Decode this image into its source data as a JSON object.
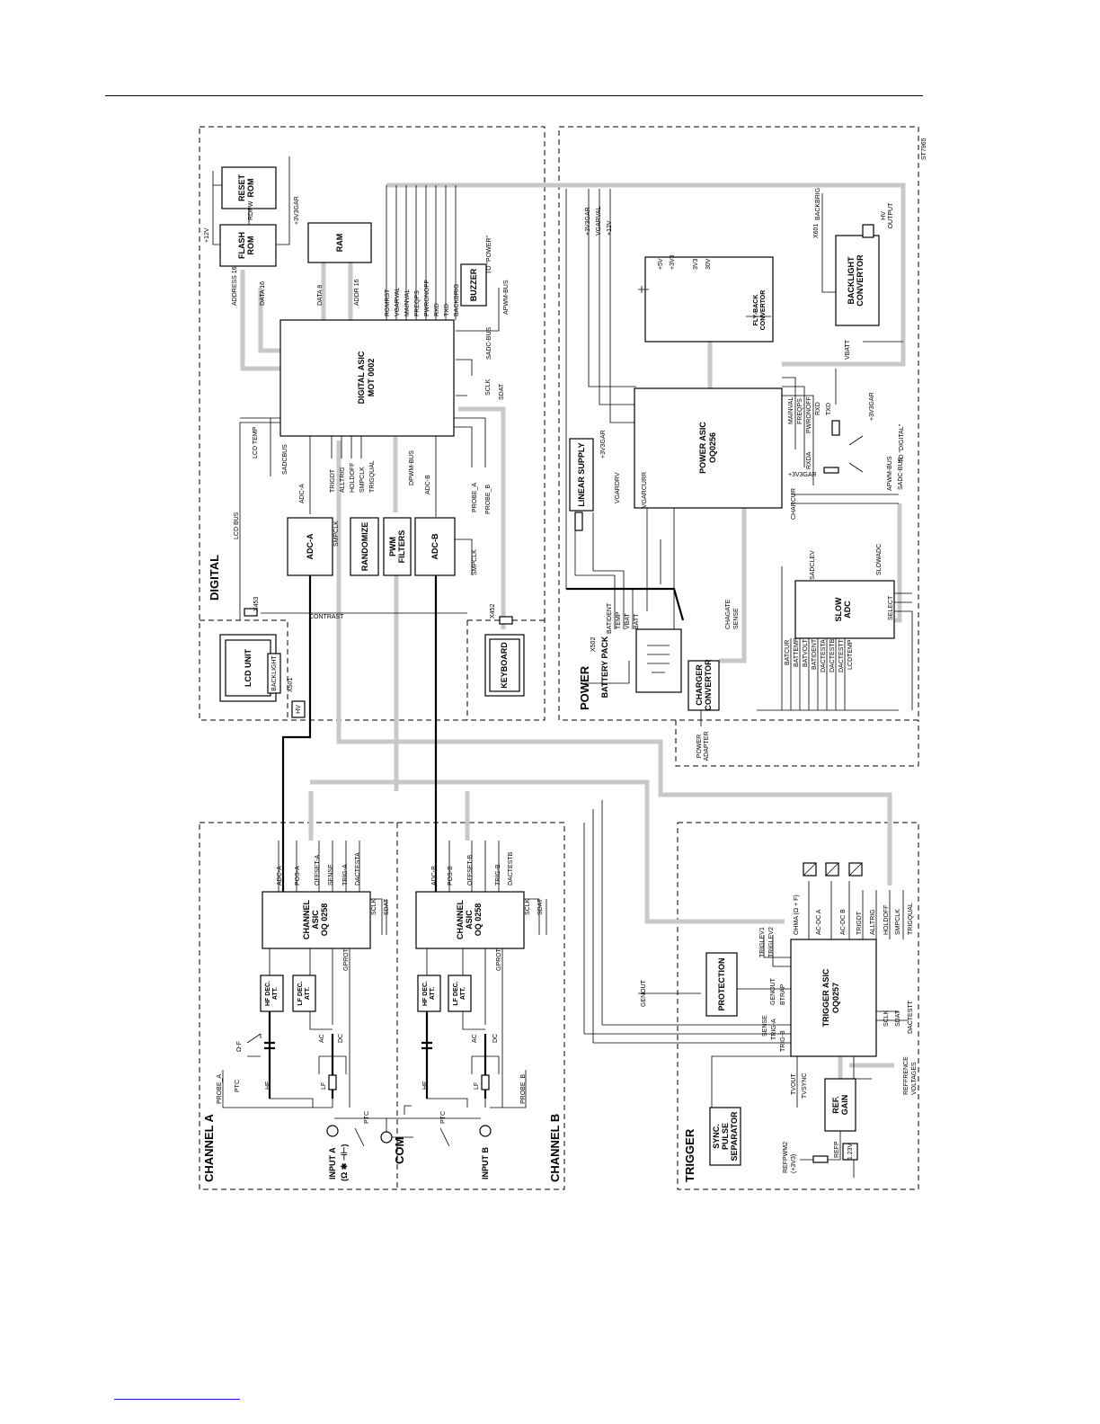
{
  "doc": {
    "figure_id": "ST7965"
  },
  "sections": {
    "digital": "DIGITAL",
    "power": "POWER",
    "channel_a": "CHANNEL A",
    "channel_b": "CHANNEL B",
    "trigger": "TRIGGER"
  },
  "blocks": {
    "reset_rom": [
      "RESET",
      "ROM"
    ],
    "flash_rom": [
      "FLASH",
      "ROM"
    ],
    "ram": "RAM",
    "buzzer": "BUZZER",
    "digital_asic": [
      "DIGITAL ASIC",
      "MOT 0002"
    ],
    "adc_a": "ADC-A",
    "randomize": "RANDOMIZE",
    "pwm_filters": [
      "PWM",
      "FILTERS"
    ],
    "adc_b": "ADC-B",
    "lcd_unit": "LCD UNIT",
    "backlight": "BACKLIGHT",
    "hv": "HV",
    "keyboard": "KEYBOARD",
    "flyback": [
      "FLY-BACK",
      "CONVERTOR"
    ],
    "backlight_conv": [
      "BACKLIGHT",
      "CONVERTOR"
    ],
    "hv_output": [
      "HV",
      "OUTPUT"
    ],
    "linear_supply": "LINEAR SUPPLY",
    "power_asic": [
      "POWER ASIC",
      "OQ0256"
    ],
    "slow_adc": [
      "SLOW",
      "ADC"
    ],
    "battery_pack": "BATTERY PACK",
    "charger": [
      "CHARGER",
      "CONVERTOR"
    ],
    "power_adapter": [
      "POWER",
      "ADAPTER"
    ],
    "channel_asic_a": [
      "CHANNEL",
      "ASIC",
      "OQ 0258"
    ],
    "channel_asic_b": [
      "CHANNEL",
      "ASIC",
      "OQ 0258"
    ],
    "hf_dec": [
      "HF DEC.",
      "ATT."
    ],
    "lf_dec": [
      "LF DEC.",
      "ATT."
    ],
    "protection": "PROTECTION",
    "trigger_asic": [
      "TRIGGER ASIC",
      "OQ0257"
    ],
    "ref_gain": [
      "REF.",
      "GAIN"
    ],
    "sync_sep": [
      "SYNC.",
      "PULSE",
      "SEPARATOR"
    ],
    "ref_voltage": "1.23V"
  },
  "inputs": {
    "input_a": "INPUT A",
    "input_a_sub": "(Ω ✱ ⊣⊢)",
    "com": "COM",
    "input_b": "INPUT B"
  },
  "signals": {
    "digital_top": [
      "ROMRST",
      "VGARVAL",
      "MAINVAL",
      "FREQPS",
      "PWRONOFF",
      "RXD",
      "TXD",
      "BACKBRIG"
    ],
    "address16": "ADDRESS 16",
    "data16": "DATA 16",
    "data8": "DATA 8",
    "addr16": "ADDR 16",
    "rdpw": "RDPW",
    "v12": "+12V",
    "v3v3gar": "+3V3GAR",
    "sadc_bus": "SADC-BUS",
    "apwm_bus": "APWM-BUS",
    "to_power": "TO \"POWER\"",
    "sclk": "SCLK",
    "sdat": "SDAT",
    "lcd_temp": "LCD TEMP",
    "sadcbus": "SADCBUS",
    "lcd_bus": "LCD BUS",
    "contrast": "CONTRAST",
    "trig_group": [
      "TRIGDT",
      "ALLTRIG",
      "HOLDOFF",
      "SMPCLK",
      "TRIGQUAL"
    ],
    "dpwm_bus": "DPWM-BUS",
    "adc_a_sig": "ADC-A",
    "adc_b_sig": "ADC-B",
    "probe_a": "PROBE_A",
    "probe_b": "PROBE_B",
    "smpclk": "SMPCLK",
    "x453": "X453",
    "x452": "X452",
    "x501": "X501",
    "x502": "X502",
    "x601": "X601",
    "power_top": [
      "+3V3GAR",
      "VGARVAL",
      "+12V"
    ],
    "flyback_out": [
      "+5V",
      "+3V3",
      "3V3",
      "30V"
    ],
    "vbatt": "VBATT",
    "backbrig": "BACKBRIG",
    "power_asic_right": [
      "MAINVAL",
      "FREQPS",
      "PWRONOFF",
      "RXD",
      "TXD"
    ],
    "v3v3gar2": "+3V3GAR",
    "to_digital": "TO \"DIGITAL\"",
    "rxda": "RXDA",
    "v3v3gar3": "+3V3GAR",
    "apwm_bus2": "APWM-BUS",
    "sadc_bus2": "SADC-BUS",
    "charcur": "CHARCUR",
    "vgarcurr": "VGARCURR",
    "vgardrv": "VGARDRV",
    "v3v3gar4": "+3V3GAR",
    "sadclev": "SADCLEV",
    "slowadc": "SLOWADC",
    "select": "SELECT",
    "chagate": [
      "CHAGATE",
      "SENSE"
    ],
    "battery": [
      "BATIDENT",
      "TEMP",
      "VBAT",
      "BATT"
    ],
    "slow_adc_in": [
      "BATCUR",
      "BATTEMP",
      "BATVOLT",
      "BATIDENT",
      "DACTESTA",
      "DACTESTB",
      "DACTESTT",
      "LCDTEMP"
    ],
    "chan_a_top": [
      "ADC-A",
      "POS-A",
      "OFFSET-A",
      "SENSE",
      "TRIG-A",
      "DACTESTA"
    ],
    "chan_b_top": [
      "ADC-B",
      "POS-B",
      "OFFSET-B",
      "TRIG-B",
      "DACTESTB"
    ],
    "gprot": "GPROT",
    "omega_f": "Ω-F",
    "hf": "HF",
    "lf": "LF",
    "ac": "AC",
    "dc": "DC",
    "ptc": "PTC",
    "trigger_top": [
      "TRIGLEV1",
      "TRIGLEV2",
      "OHMA (Ω + F)",
      "AC-DC A",
      "AC-DC B",
      "TRIGDT",
      "ALLTRIG",
      "HOLDOFF",
      "SMPCLK",
      "TRIGQUAL"
    ],
    "genout": "GENOUT",
    "btrap": "BTRAP",
    "trigger_left": [
      "SENSE",
      "TRIG-A",
      "TRIG-B"
    ],
    "tvout": "TVOUT",
    "tvsync": "TVSYNC",
    "refp": "REFP",
    "refpwm2": [
      "REFPWM2",
      "(+3V3)"
    ],
    "reference": [
      "REFFRENCE",
      "VOLTAGES"
    ],
    "trigger_right": [
      "SCLK",
      "SDAT",
      "DACTESTT"
    ]
  }
}
